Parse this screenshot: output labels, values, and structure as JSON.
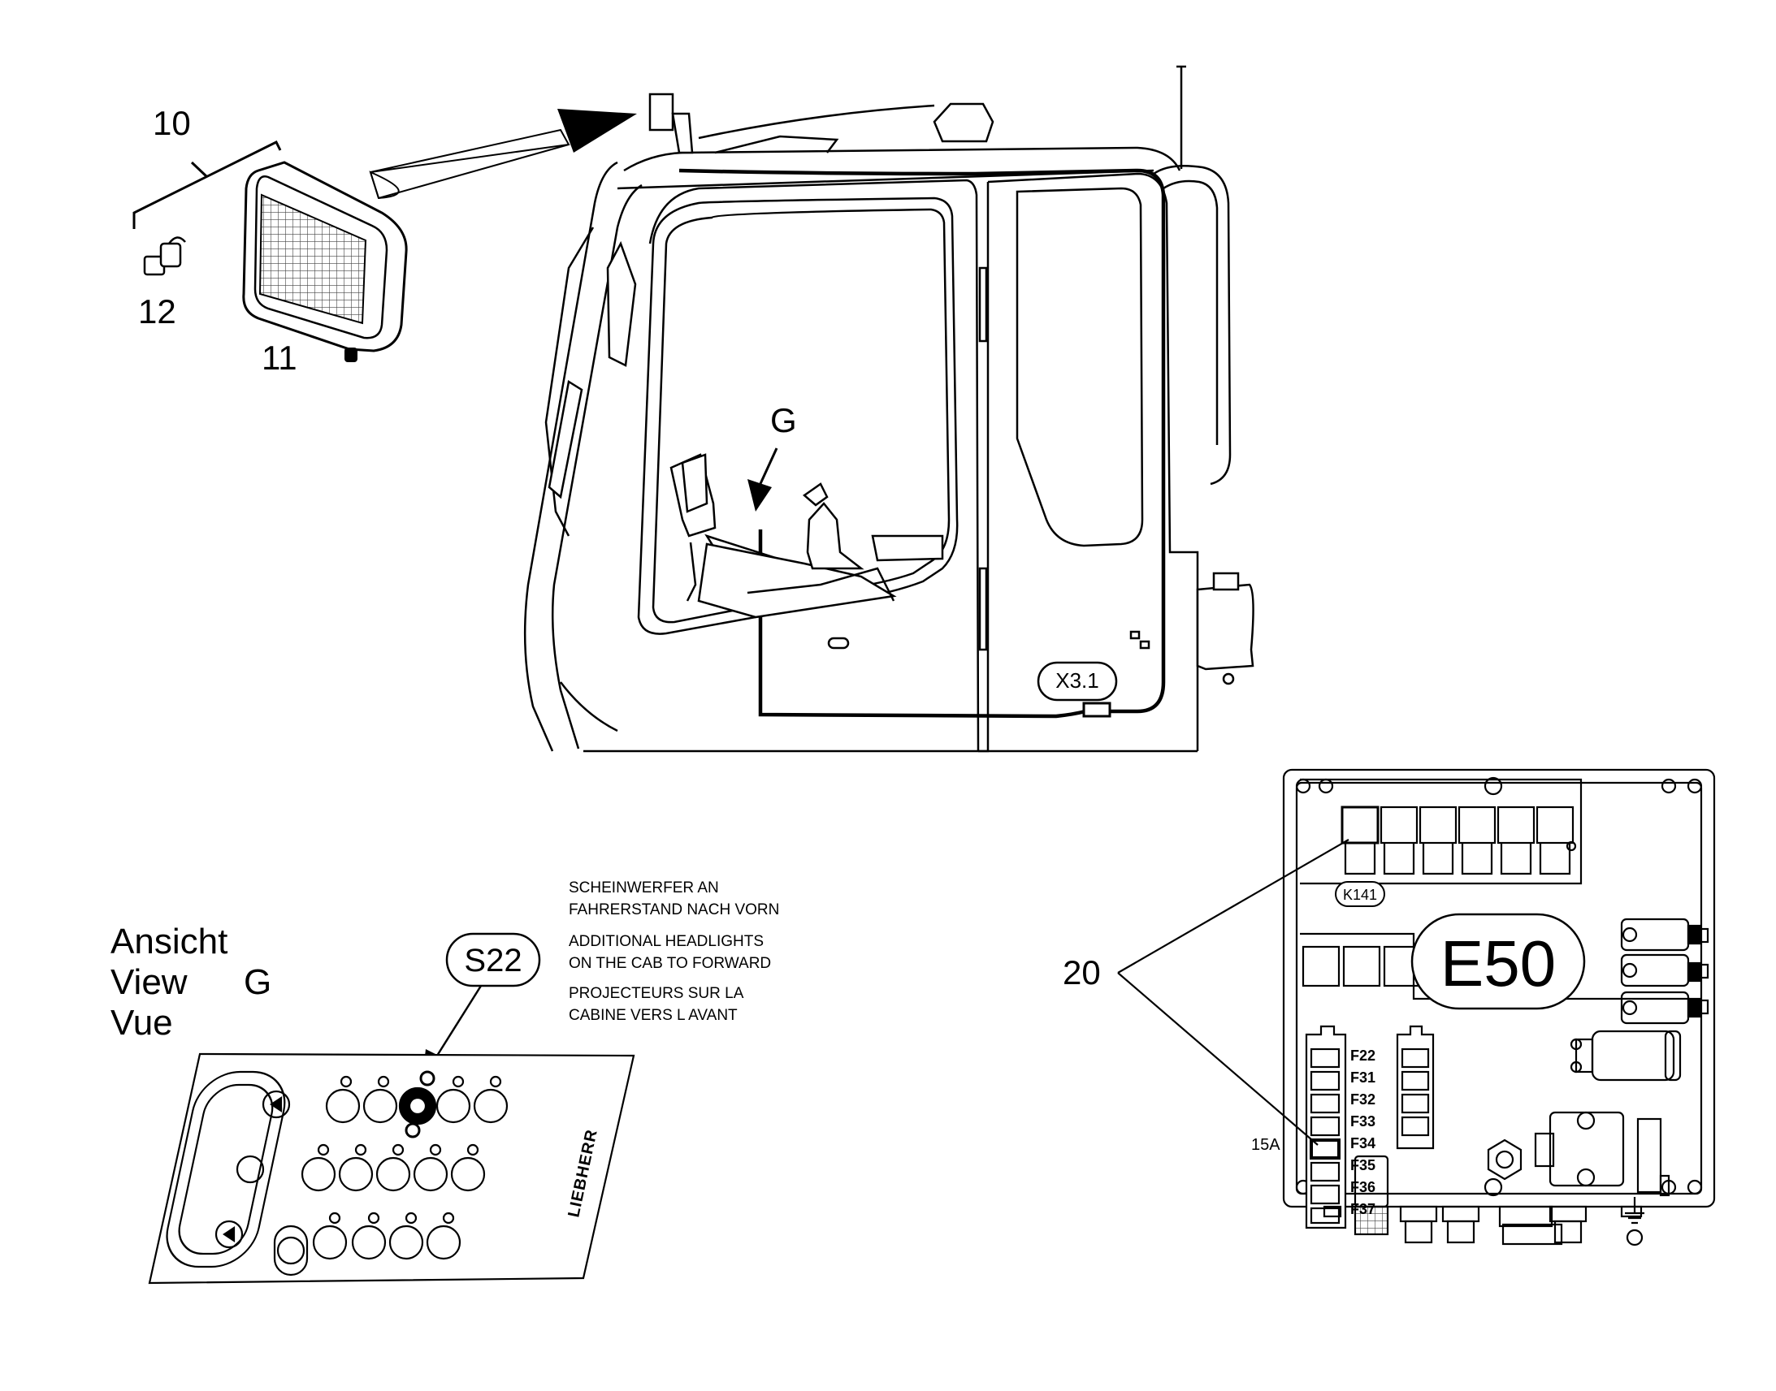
{
  "parts": {
    "p10": "10",
    "p11": "11",
    "p12": "12",
    "p20": "20",
    "view_letter": "G"
  },
  "connector": "X3.1",
  "switch_callout": "S22",
  "view_label": {
    "line1": "Ansicht",
    "line2": "View",
    "line3": "Vue",
    "letter": "G"
  },
  "notes": [
    "SCHEINWERFER AN",
    "FAHRERSTAND NACH VORN",
    "ADDITIONAL HEADLIGHTS",
    "ON THE CAB TO FORWARD",
    "PROJECTEURS SUR LA",
    "CABINE VERS L AVANT"
  ],
  "panel_brand": "LIEBHERR",
  "box": {
    "label": "E50",
    "relay": "K141",
    "fuse_rating": "15A",
    "fuses": [
      "F22",
      "F31",
      "F32",
      "F33",
      "F34",
      "F35",
      "F36",
      "F37"
    ]
  },
  "colors": {
    "line": "#000000",
    "background": "#ffffff",
    "hatch": "#444444"
  },
  "icons": [
    "headlight-icon",
    "bulb-icon",
    "switch-icon",
    "relay-icon",
    "fuse-icon",
    "ground-icon"
  ]
}
